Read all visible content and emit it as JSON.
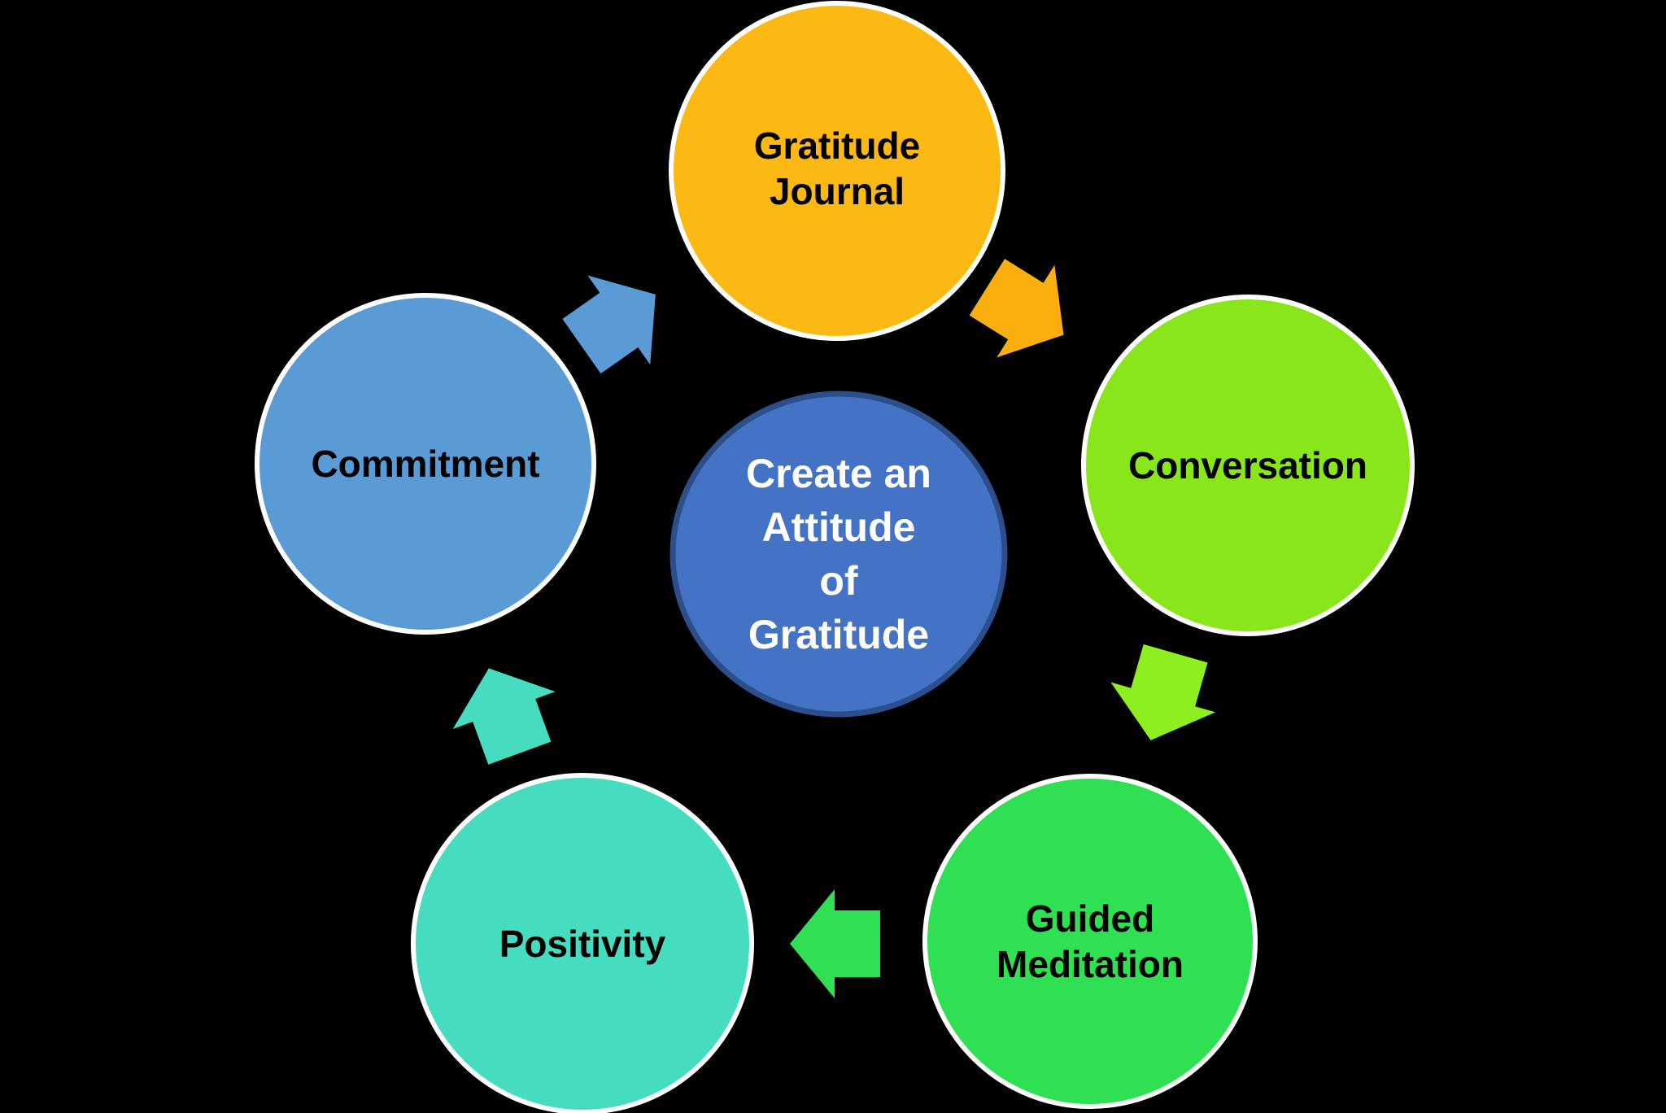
{
  "diagram": {
    "title_hint": "cycle-diagram",
    "background_color": "#000000",
    "circle_border_color": "#FFFFFF",
    "center": {
      "lines": [
        "Create an",
        "Attitude",
        "of",
        "Gratitude"
      ],
      "fill": "#4472C4",
      "border": "#2C4E8A",
      "text_color": "#FFFFFF"
    },
    "nodes": [
      {
        "label": "Gratitude Journal",
        "fill": "#FDB913",
        "text_color": "#000000"
      },
      {
        "label": "Conversation",
        "fill": "#89E61A",
        "text_color": "#000000"
      },
      {
        "label": "Guided Meditation",
        "fill": "#2EE052",
        "text_color": "#000000"
      },
      {
        "label": "Positivity",
        "fill": "#45DCC0",
        "text_color": "#000000"
      },
      {
        "label": "Commitment",
        "fill": "#5B9BD5",
        "text_color": "#000000"
      }
    ],
    "arrows": [
      {
        "from": "Gratitude Journal",
        "to": "Conversation",
        "color": "#FBAF0E"
      },
      {
        "from": "Conversation",
        "to": "Guided Meditation",
        "color": "#8DEF1F"
      },
      {
        "from": "Guided Meditation",
        "to": "Positivity",
        "color": "#2EE052"
      },
      {
        "from": "Positivity",
        "to": "Commitment",
        "color": "#45DCC0"
      },
      {
        "from": "Commitment",
        "to": "Gratitude Journal",
        "color": "#5B9BD5"
      }
    ]
  }
}
